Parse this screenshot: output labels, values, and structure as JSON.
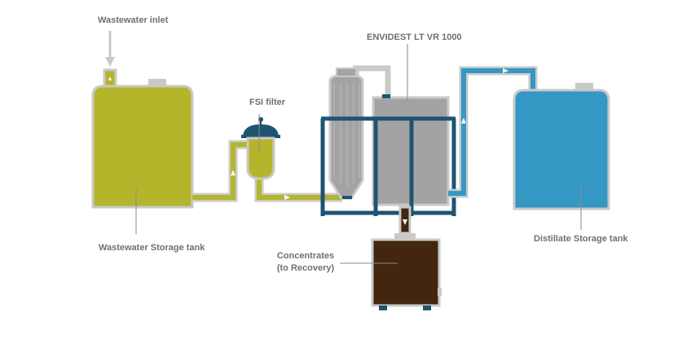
{
  "labels": {
    "wastewater_inlet": "Wastewater inlet",
    "fsi_filter": "FSI filter",
    "envidest": "ENVIDEST LT VR 1000",
    "wastewater_storage_tank": "Wastewater Storage tank",
    "concentrates_line1": "Concentrates",
    "concentrates_line2": "(to Recovery)",
    "distillate_storage_tank": "Distillate Storage tank"
  },
  "colors": {
    "wastewater": "#b5b52c",
    "distillate": "#3598c4",
    "concentrate": "#43260f",
    "frame": "#1e5470",
    "unit_body": "#a3a3a3",
    "outline": "#c9c9c9",
    "label": "#6f6f6f"
  }
}
